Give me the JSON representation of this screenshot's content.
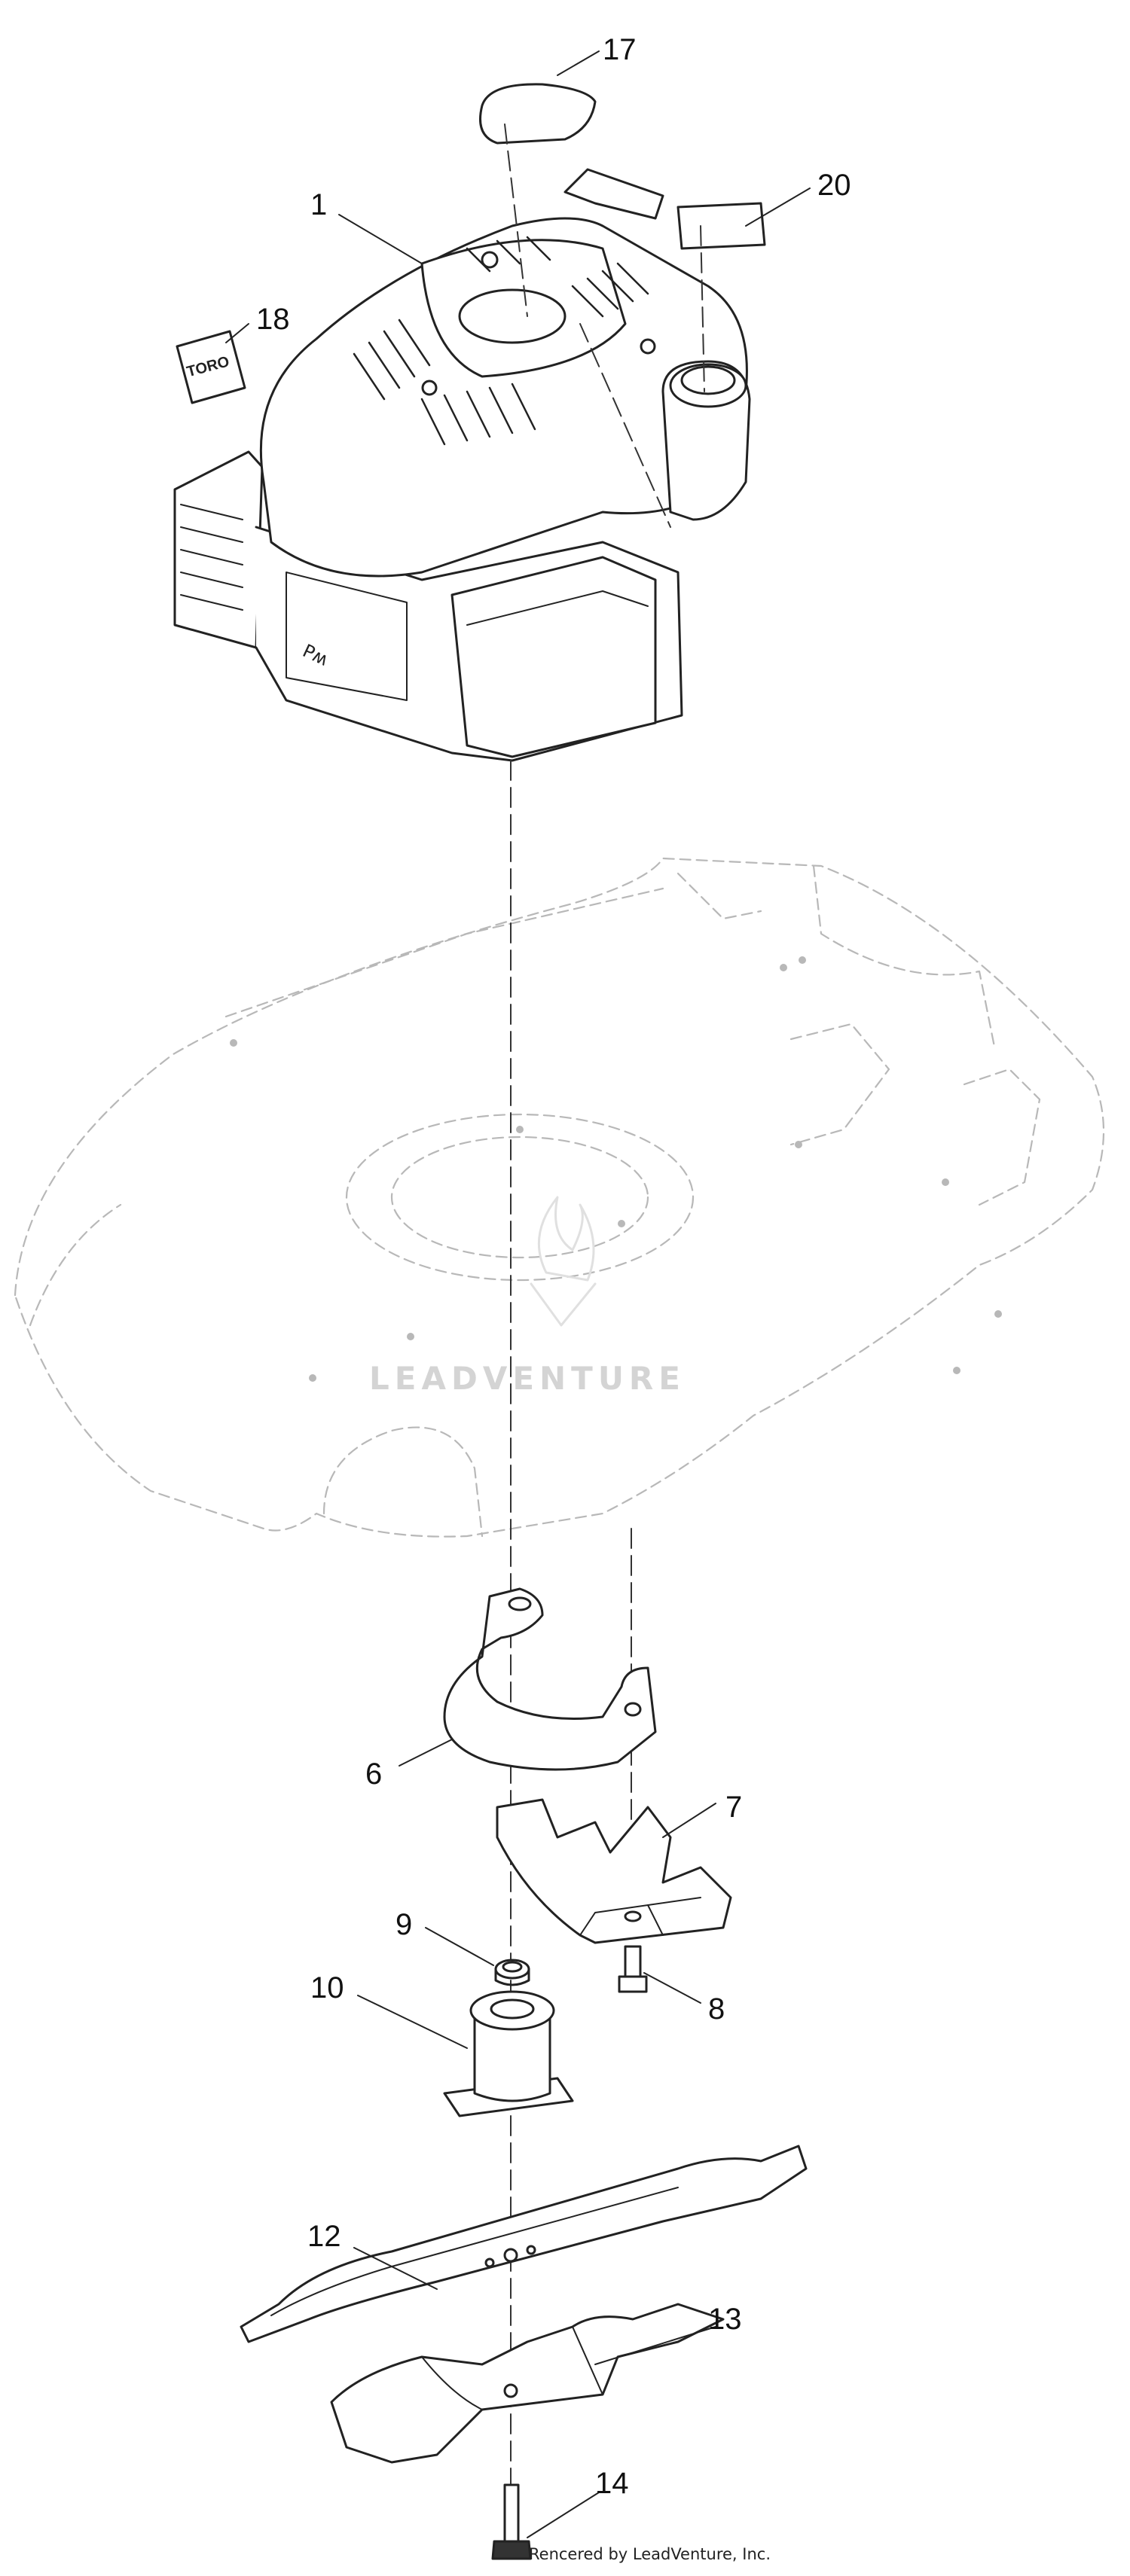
{
  "diagram": {
    "callouts": [
      {
        "id": "17",
        "label": "17"
      },
      {
        "id": "20",
        "label": "20"
      },
      {
        "id": "1",
        "label": "1"
      },
      {
        "id": "18",
        "label": "18"
      },
      {
        "id": "6",
        "label": "6"
      },
      {
        "id": "7",
        "label": "7"
      },
      {
        "id": "9",
        "label": "9"
      },
      {
        "id": "10",
        "label": "10"
      },
      {
        "id": "8",
        "label": "8"
      },
      {
        "id": "12",
        "label": "12"
      },
      {
        "id": "13",
        "label": "13"
      },
      {
        "id": "14",
        "label": "14"
      }
    ],
    "decal_text": "TORO",
    "watermark": "LEADVENTURE",
    "credit": "Rencered by LeadVenture, Inc."
  }
}
